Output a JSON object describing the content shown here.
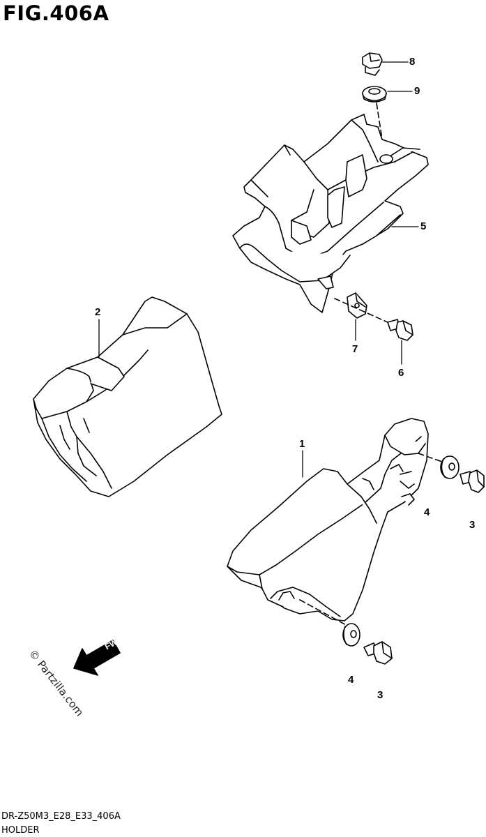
{
  "figure": {
    "title": "FIG.406A",
    "diagram_code": "DR-Z50M3_E28_E33_406A",
    "diagram_name": "HOLDER"
  },
  "callouts": [
    {
      "id": "c8",
      "label": "8"
    },
    {
      "id": "c9",
      "label": "9"
    },
    {
      "id": "c5",
      "label": "5"
    },
    {
      "id": "c2",
      "label": "2"
    },
    {
      "id": "c7",
      "label": "7"
    },
    {
      "id": "c6",
      "label": "6"
    },
    {
      "id": "c1",
      "label": "1"
    },
    {
      "id": "c4a",
      "label": "4"
    },
    {
      "id": "c3a",
      "label": "3"
    },
    {
      "id": "c4b",
      "label": "4"
    },
    {
      "id": "c3b",
      "label": "3"
    }
  ],
  "watermark": "© Partzilla.com",
  "direction_marker": {
    "text": "FWD",
    "icon": "fwd-arrow-icon"
  }
}
